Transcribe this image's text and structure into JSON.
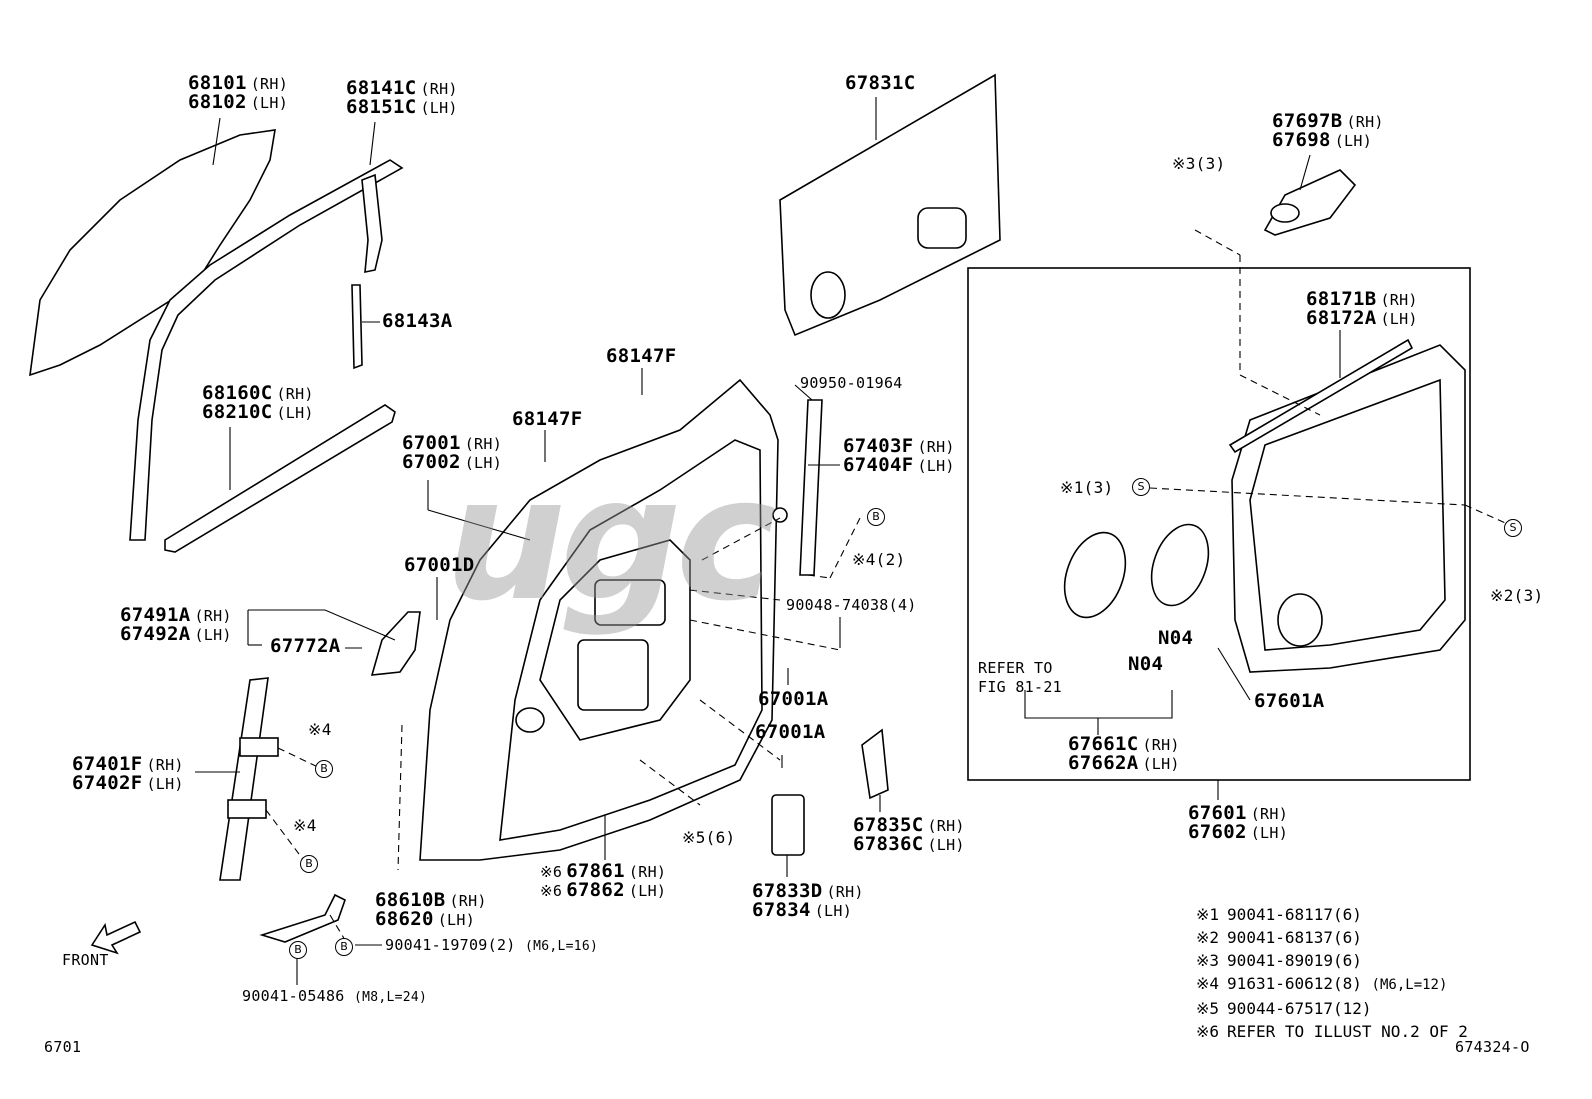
{
  "watermark": "ugc",
  "parts": {
    "p68101": {
      "a": "68101",
      "a_sub": "(RH)",
      "b": "68102",
      "b_sub": "(LH)"
    },
    "p68141C": {
      "a": "68141C",
      "a_sub": "(RH)",
      "b": "68151C",
      "b_sub": "(LH)"
    },
    "p68143A": "68143A",
    "p68160C": {
      "a": "68160C",
      "a_sub": "(RH)",
      "b": "68210C",
      "b_sub": "(LH)"
    },
    "p67831C": "67831C",
    "p67697B": {
      "a": "67697B",
      "a_sub": "(RH)",
      "b": "67698",
      "b_sub": "(LH)"
    },
    "p68147F_top": "68147F",
    "p68147F": "68147F",
    "p90950": "90950-01964",
    "p67001": {
      "a": "67001",
      "a_sub": "(RH)",
      "b": "67002",
      "b_sub": "(LH)"
    },
    "p67403F": {
      "a": "67403F",
      "a_sub": "(RH)",
      "b": "67404F",
      "b_sub": "(LH)"
    },
    "p68171B": {
      "a": "68171B",
      "a_sub": "(RH)",
      "b": "68172A",
      "b_sub": "(LH)"
    },
    "p67001D": "67001D",
    "p90048": "90048-74038(4)",
    "p67491A": {
      "a": "67491A",
      "a_sub": "(RH)",
      "b": "67492A",
      "b_sub": "(LH)"
    },
    "p67772A": "67772A",
    "p67001A_1": "67001A",
    "p67001A_2": "67001A",
    "p67401F": {
      "a": "67401F",
      "a_sub": "(RH)",
      "b": "67402F",
      "b_sub": "(LH)"
    },
    "p67861": {
      "a": "67861",
      "a_sub": "(RH)",
      "b": "67862",
      "b_sub": "(LH)",
      "pre": "※6"
    },
    "p68610B": {
      "a": "68610B",
      "a_sub": "(RH)",
      "b": "68620",
      "b_sub": "(LH)"
    },
    "p90041_19709": "90041-19709(2)",
    "p90041_19709_d": "(M6,L=16)",
    "p90041_05486": "90041-05486",
    "p90041_05486_d": "(M8,L=24)",
    "p67833D": {
      "a": "67833D",
      "a_sub": "(RH)",
      "b": "67834",
      "b_sub": "(LH)"
    },
    "p67835C": {
      "a": "67835C",
      "a_sub": "(RH)",
      "b": "67836C",
      "b_sub": "(LH)"
    },
    "p67661C": {
      "a": "67661C",
      "a_sub": "(RH)",
      "b": "67662A",
      "b_sub": "(LH)"
    },
    "p67601": {
      "a": "67601",
      "a_sub": "(RH)",
      "b": "67602",
      "b_sub": "(LH)"
    },
    "p67601A": "67601A",
    "n04_1": "N04",
    "n04_2": "N04",
    "refer": {
      "a": "REFER TO",
      "b": "FIG 81-21"
    },
    "m1": "※1(3)",
    "m2": "※2(3)",
    "m3": "※3(3)",
    "m4a": "※4(2)",
    "m4b": "※4",
    "m4c": "※4",
    "m5": "※5(6)",
    "circle_b": "B",
    "circle_s": "S",
    "front": "FRONT"
  },
  "legend": [
    {
      "key": "※1",
      "text": "90041-68117(6)",
      "detail": ""
    },
    {
      "key": "※2",
      "text": "90041-68137(6)",
      "detail": ""
    },
    {
      "key": "※3",
      "text": "90041-89019(6)",
      "detail": ""
    },
    {
      "key": "※4",
      "text": "91631-60612(8)",
      "detail": "(M6,L=12)"
    },
    {
      "key": "※5",
      "text": "90044-67517(12)",
      "detail": ""
    },
    {
      "key": "※6",
      "text": "REFER TO ILLUST NO.2 OF 2",
      "detail": ""
    }
  ],
  "footer": {
    "left": "6701",
    "right": "674324-O"
  }
}
